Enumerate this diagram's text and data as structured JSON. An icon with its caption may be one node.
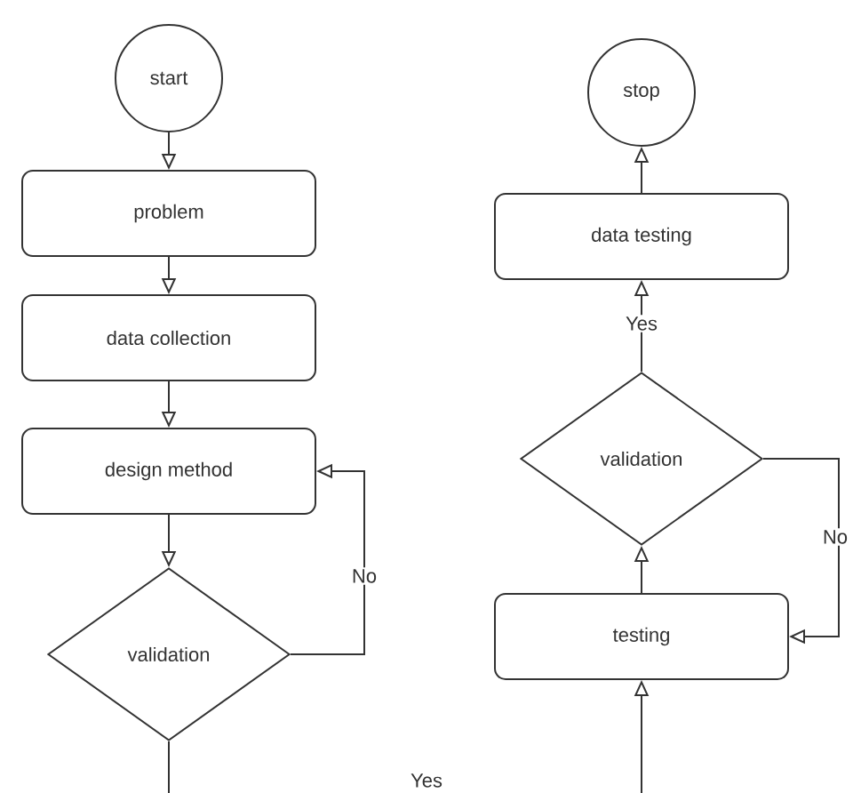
{
  "diagram": {
    "nodes": [
      {
        "text": [
          "start"
        ]
      },
      {
        "text": [
          "problem"
        ]
      },
      {
        "text": [
          "data collection"
        ]
      },
      {
        "text": [
          "design method"
        ]
      },
      {
        "text": [
          "validation"
        ]
      },
      {
        "text": [
          "stop"
        ]
      },
      {
        "text": [
          "data testing"
        ]
      },
      {
        "text": [
          "validation"
        ]
      },
      {
        "text": [
          "testing"
        ]
      }
    ],
    "edges": [
      {
        "from": 0,
        "to": 1,
        "arrow": "to"
      },
      {
        "from": 1,
        "to": 2,
        "arrow": "to"
      },
      {
        "from": 2,
        "to": 3,
        "arrow": "to"
      },
      {
        "from": 3,
        "to": 4,
        "arrow": "to"
      },
      {
        "from": 4,
        "to": 3,
        "arrow": "to",
        "label": "No"
      },
      {
        "from": 4,
        "to": 8,
        "arrow": "to",
        "label": "Yes"
      },
      {
        "from": 8,
        "to": 7,
        "arrow": "to"
      },
      {
        "from": 7,
        "to": 6,
        "arrow": "to",
        "label": "Yes"
      },
      {
        "from": 6,
        "to": 5,
        "arrow": "to"
      },
      {
        "from": 7,
        "to": 8,
        "arrow": "to",
        "label": "No"
      }
    ]
  }
}
